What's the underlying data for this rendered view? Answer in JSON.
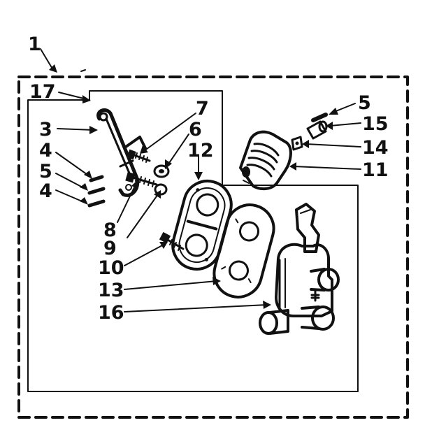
{
  "callouts": {
    "c1": "1",
    "c17": "17",
    "c3": "3",
    "c4a": "4",
    "c5a": "5",
    "c4b": "4",
    "c7": "7",
    "c6": "6",
    "c12": "12",
    "c8": "8",
    "c9": "9",
    "c10": "10",
    "c13": "13",
    "c16": "16",
    "c5b": "5",
    "c15": "15",
    "c14": "14",
    "c11": "11"
  },
  "colors": {
    "ink": "#111111",
    "background": "#ffffff"
  }
}
